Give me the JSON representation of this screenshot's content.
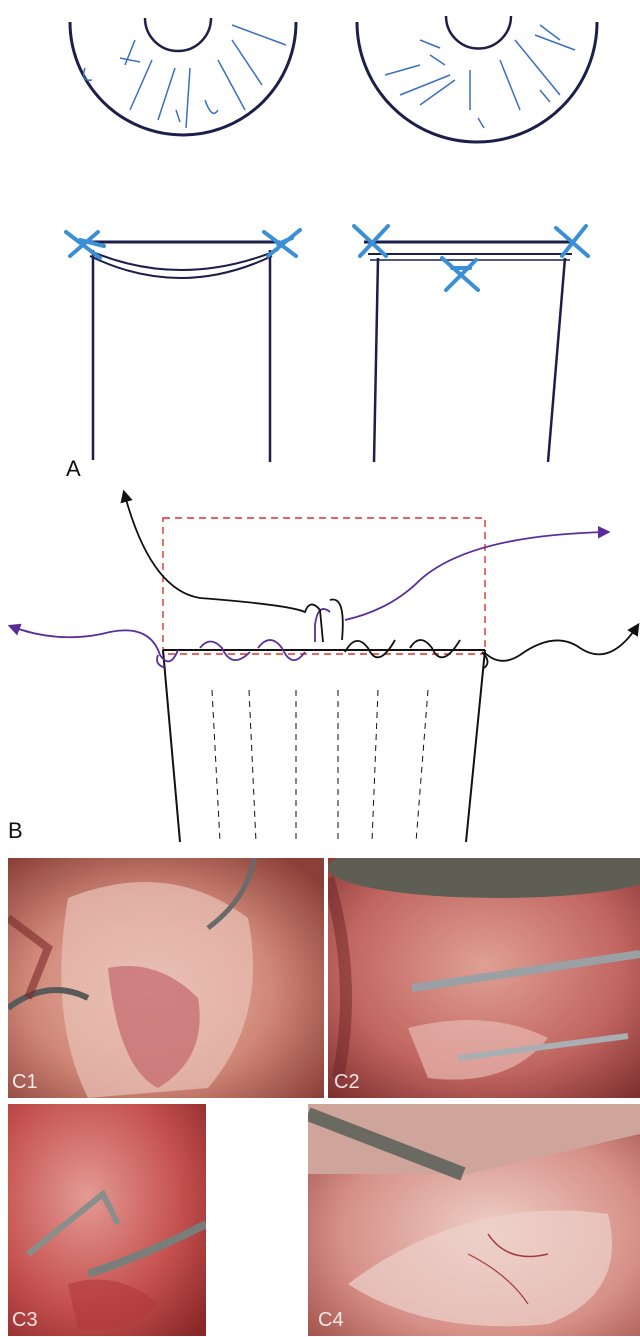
{
  "panel_a": {
    "label": "A"
  },
  "panel_b": {
    "label": "B",
    "colors": {
      "suture_purple": "#5a2d9a",
      "outline": "#111111",
      "box": "#e0322c"
    }
  },
  "panel_c": {
    "photos": [
      {
        "label": "C1"
      },
      {
        "label": "C2"
      },
      {
        "label": "C3"
      },
      {
        "label": "C4"
      }
    ]
  },
  "colors": {
    "ink": "#1b1f4a",
    "suture_blue": "#3b8fd6",
    "tissue": "#c9606a"
  }
}
